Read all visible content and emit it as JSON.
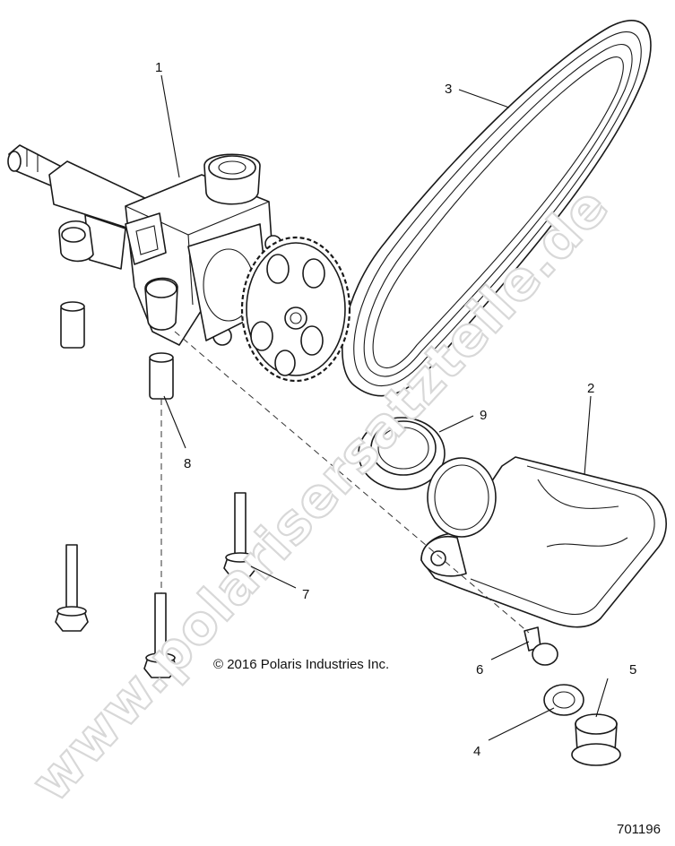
{
  "callouts": {
    "c1": "1",
    "c2": "2",
    "c3": "3",
    "c4": "4",
    "c5": "5",
    "c6": "6",
    "c7": "7",
    "c8": "8",
    "c9": "9"
  },
  "copyright": "© 2016 Polaris Industries Inc.",
  "document_number": "701196",
  "watermark": "www.polarisersatzteile.de"
}
